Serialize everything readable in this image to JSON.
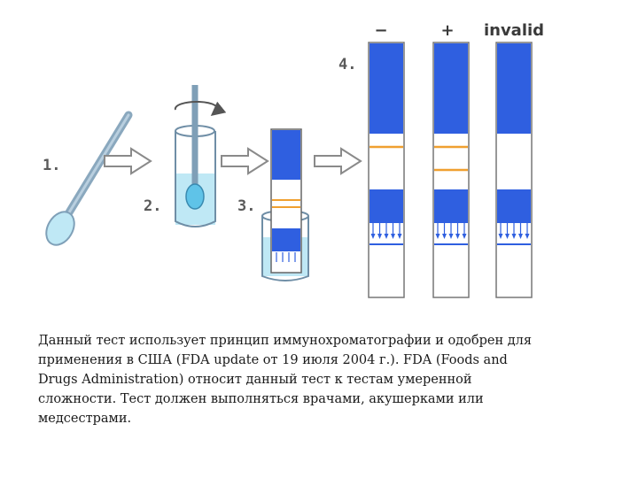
{
  "diagram": {
    "steps": [
      "1.",
      "2.",
      "3.",
      "4."
    ],
    "results": [
      {
        "label": "−",
        "lines": 1
      },
      {
        "label": "+",
        "lines": 2
      },
      {
        "label": "invalid",
        "lines": 0
      }
    ]
  },
  "caption": "Данный тест использует принцип иммунохроматографии и одобрен для применения в США (FDA update от 19 июля 2004 г.). FDA (Foods and Drugs Administration) относит данный тест к тестам умеренной сложности. Тест должен выполняться врачами, акушерками или медсестрами.",
  "colors": {
    "strip_blue": "#2f5fe0",
    "line_orange": "#f0a030",
    "liquid": "#bfe8f5",
    "swab": "#8aa8be",
    "arrow_outline": "#8a8a8a"
  }
}
